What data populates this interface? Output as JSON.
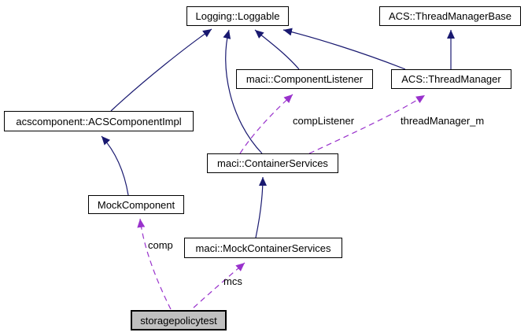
{
  "diagram": {
    "kind": "collaboration-graph",
    "colors": {
      "inheritance": "#191970",
      "usage": "#9932cc",
      "node_border": "#000000",
      "node_fill": "#ffffff",
      "highlight_fill": "#c0c0c0",
      "background": "#ffffff",
      "text": "#000000"
    },
    "nodes": [
      {
        "id": "logging-loggable",
        "label": "Logging::Loggable"
      },
      {
        "id": "acs-threadmanagerbase",
        "label": "ACS::ThreadManagerBase"
      },
      {
        "id": "maci-componentlistener",
        "label": "maci::ComponentListener"
      },
      {
        "id": "acs-threadmanager",
        "label": "ACS::ThreadManager"
      },
      {
        "id": "acscomponent-acscomponentimpl",
        "label": "acscomponent::ACSComponentImpl"
      },
      {
        "id": "maci-containerservices",
        "label": "maci::ContainerServices"
      },
      {
        "id": "mockcomponent",
        "label": "MockComponent"
      },
      {
        "id": "maci-mockcontainerservices",
        "label": "maci::MockContainerServices"
      },
      {
        "id": "storagepolicytest",
        "label": "storagepolicytest",
        "highlighted": true
      }
    ],
    "edges": [
      {
        "from": "acscomponent::ACSComponentImpl",
        "to": "Logging::Loggable",
        "type": "inheritance"
      },
      {
        "from": "maci::ContainerServices",
        "to": "Logging::Loggable",
        "type": "inheritance"
      },
      {
        "from": "maci::ComponentListener",
        "to": "Logging::Loggable",
        "type": "inheritance"
      },
      {
        "from": "ACS::ThreadManager",
        "to": "Logging::Loggable",
        "type": "inheritance"
      },
      {
        "from": "ACS::ThreadManager",
        "to": "ACS::ThreadManagerBase",
        "type": "inheritance"
      },
      {
        "from": "MockComponent",
        "to": "acscomponent::ACSComponentImpl",
        "type": "inheritance"
      },
      {
        "from": "maci::MockContainerServices",
        "to": "maci::ContainerServices",
        "type": "inheritance"
      },
      {
        "from": "maci::ContainerServices",
        "to": "maci::ComponentListener",
        "type": "usage",
        "label": "compListener"
      },
      {
        "from": "maci::ContainerServices",
        "to": "ACS::ThreadManager",
        "type": "usage",
        "label": "threadManager_m"
      },
      {
        "from": "storagepolicytest",
        "to": "MockComponent",
        "type": "usage",
        "label": "comp"
      },
      {
        "from": "storagepolicytest",
        "to": "maci::MockContainerServices",
        "type": "usage",
        "label": "mcs"
      }
    ]
  }
}
